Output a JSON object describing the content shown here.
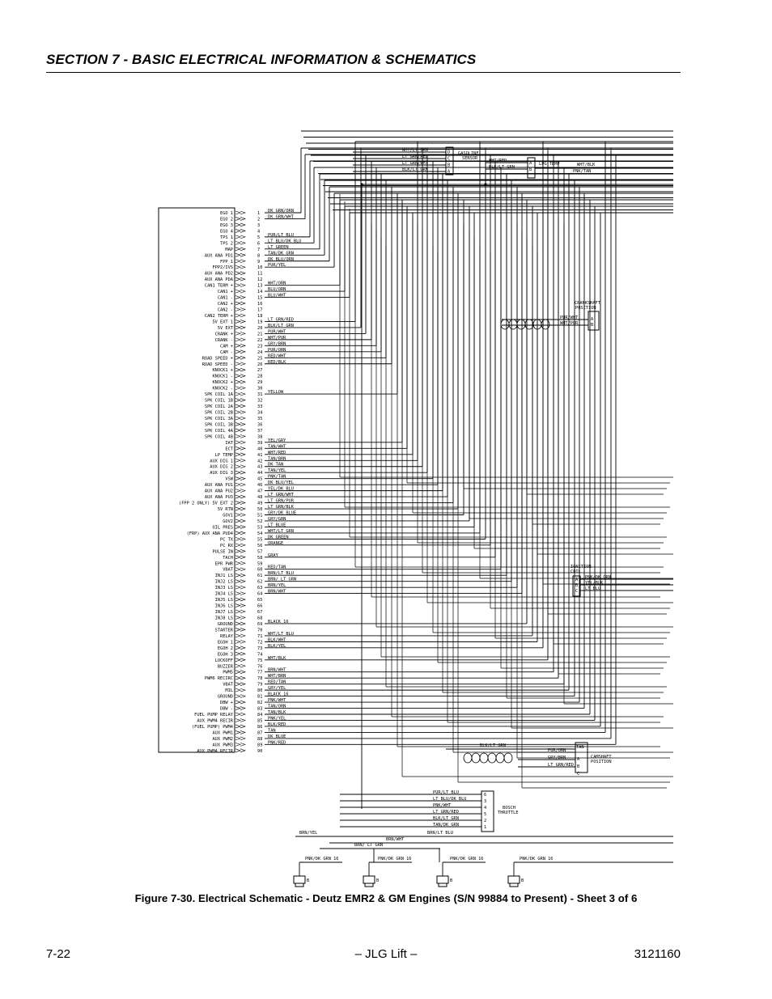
{
  "header": {
    "section_title": "SECTION 7 - BASIC ELECTRICAL INFORMATION & SCHEMATICS"
  },
  "ecm_pins": [
    "EGO 1",
    "EGO 2",
    "EGO 3",
    "EGO 4",
    "TPS 1",
    "TPS 2",
    "MAP",
    "AUX ANA PD1",
    "FPP 1",
    "FPP2/IVS",
    "AUX ANA PD2",
    "AUX ANA PDA",
    "CAN1 TERM +",
    "CAN1 +",
    "CAN1 -",
    "CAN2 +",
    "CAN2 -",
    "CAN2 TERM +",
    "5V EXT 1",
    "5V EXT",
    "CRANK +",
    "CRANK -",
    "CAM +",
    "CAM -",
    "ROAD SPEED +",
    "ROAD SPEED -",
    "KNOCK1 +",
    "KNOCK1 -",
    "KNOCK2 +",
    "KNOCK2 -",
    "SPK COIL 1A",
    "SPK COIL 1B",
    "SPK COIL 2A",
    "SPK COIL 2B",
    "SPK COIL 3A",
    "SPK COIL 3B",
    "SPK COIL 4A",
    "SPK COIL 4B",
    "IAT",
    "ECT",
    "LP TEMP",
    "AUX DIG 1",
    "AUX DIG 2",
    "AUX DIG 3",
    "VSW",
    "AUX ANA PU1",
    "AUX ANA PU2",
    "AUX ANA PU3",
    "(FPP 2 ONLY) 5V EXT 2",
    "5V RTN",
    "GOV1",
    "GOV2",
    "OIL PRES",
    "(FRP) AUX ANA PUD4",
    "PC TX",
    "PC RX",
    "PULSE IN",
    "TACH",
    "EPR PWR",
    "VBAT",
    "INJ1 LS",
    "INJ2 LS",
    "INJ3 LS",
    "INJ4 LS",
    "INJ5 LS",
    "INJ6 LS",
    "INJ7 LS",
    "INJ8 LS",
    "GROUND",
    "STARTER",
    "RELAY",
    "EGOH 1",
    "EGOH 2",
    "EGOH 3",
    "LOCKOFF",
    "BUZZER",
    "PWM5",
    "PWM6 RECIRC",
    "VBAT",
    "MIL",
    "GROUND",
    "DBW +",
    "DBW -",
    "FUEL PUMP RELAY",
    "AUX PWM4 RECIR",
    "(FUEL PUMP) PWM4",
    "AUX PWM1",
    "AUX PWM2",
    "AUX PWM3",
    "AUX PWM4 RECIR"
  ],
  "wire_labels": {
    "1": "DK GRN/ORN",
    "2": "DK GRN/WHT",
    "5": "PUR/LT BLU",
    "6": "LT BLU/DK BLU",
    "7": "LT GREEN",
    "8": "TAN/DK GRN",
    "9": "DK BLU/ORN",
    "10": "PUR/YEL",
    "13": "WHT/ORN",
    "14": "BLU/ORN",
    "15": "BLU/WHT",
    "19": "LT GRN/RED",
    "20": "BLK/LT GRN",
    "21": "PUR/WHT",
    "22": "WHT/PUR",
    "23": "GRY/BRN",
    "24": "PUR/ORN",
    "25": "RED/WHT",
    "26": "RED/BLK",
    "31": "YELLOW",
    "39": "YEL/GRY",
    "40": "TAN/WHT",
    "41": "WHT/RED",
    "42": "TAN/BRN",
    "43": "DK TAN",
    "44": "TAN/YEL",
    "45": "PNK/TAN",
    "46": "DK BLU/YEL",
    "47": "YEL/DK BLU",
    "48": "LT GRN/WHT",
    "49": "LT GRN/PUR",
    "50": "LT GRN/BLK",
    "51": "GRY/DK BLUE",
    "52": "GRY/GRN",
    "53": "LT BLUE",
    "54": "WHT/LT GRN",
    "55": "DK GREEN",
    "56": "ORANGE",
    "58": "GRAY",
    "60": "RED/TAN",
    "61": "BRN/LT BLU",
    "62": "BRN/ LT GRN",
    "63": "BRN/YEL",
    "64": "BRN/WHT",
    "69": "BLACK 16",
    "71": "WHT/LT BLU",
    "72": "BLK/WHT",
    "73": "BLK/YEL",
    "75": "WHT/BLK",
    "77": "BRN/WHT",
    "78": "WHT/BRN",
    "79": "RED/TAN",
    "80": "GRY/YEL",
    "81": "BLACK 16",
    "82": "PNK/WHT",
    "83": "TAN/ORN",
    "84": "TAN/BLK",
    "85": "PNK/YEL",
    "86": "BLK/RED",
    "87": "TAN",
    "88": "DK BLUE",
    "89": "PNK/RED"
  },
  "components": {
    "gasoline_sensor": {
      "label": "GASOLINE SENSOR",
      "wires": [
        "WHT/LT GRN",
        "LT GRN/RED",
        "LT GRN/WHT",
        "BLK/LT GRN"
      ],
      "pins": [
        "D",
        "C",
        "B",
        "A"
      ]
    },
    "lpg_temp": {
      "label": "LPG TEMP",
      "wires": [
        "WHT/RED",
        "BLK/LT GRN"
      ],
      "pins": [
        "A",
        "B"
      ],
      "out_wires": [
        "WHT/BLK",
        "PNK/TAN"
      ]
    },
    "crankshaft": {
      "label": "CRANKSHAFT POSITION",
      "wires": [
        "PUR/WHT",
        "WHT/PUR"
      ],
      "pins": [
        "A",
        "B"
      ]
    },
    "ignition": {
      "label": "IGNITION COIL",
      "wires": [
        "PNK/DK GRN",
        "YEL/BLK",
        "LT BLU"
      ],
      "pins": [
        "A",
        "B",
        "C"
      ]
    },
    "camshaft": {
      "label": "CAMSHAFT POSITION",
      "top_wire": "BLK/LT GRN",
      "wires": [
        "PUR/ORN",
        "GRY/BRN",
        "LT GRN/RED"
      ],
      "pins": [
        "TAN",
        "A",
        "B",
        "C"
      ]
    },
    "bosch_throttle": {
      "label": "BOSCH THROTTLE",
      "wires": [
        "PUR/LT BLU",
        "LT BLU/DK BLU",
        "PNK/WHT",
        "LT GRN/RED",
        "BLK/LT GRN",
        "TAN/DK GRN"
      ],
      "pins": [
        "6",
        "3",
        "4",
        "5",
        "2",
        "1"
      ]
    },
    "bottom_wires": [
      "BRN/YEL",
      "BRN/LT BLU",
      "BRN/WHT",
      "BRN/ LT GRN",
      "PNK/DK GRN 16",
      "PNK/DK GRN 16",
      "PNK/DK GRN 16",
      "PNK/DK GRN 16"
    ],
    "injector_pins": [
      "B",
      "B",
      "B",
      "B"
    ]
  },
  "caption": "Figure 7-30.  Electrical Schematic - Deutz EMR2 & GM Engines (S/N 99884 to Present) - Sheet 3 of 6",
  "footer": {
    "page_number": "7-22",
    "brand": "– JLG Lift –",
    "doc_number": "3121160"
  }
}
